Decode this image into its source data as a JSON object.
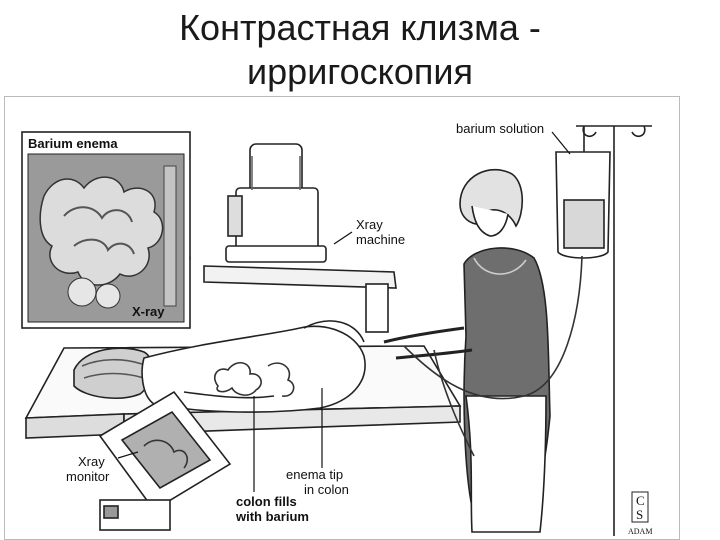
{
  "slide": {
    "title_line1": "Контрастная клизма -",
    "title_line2": "ирригоскопия"
  },
  "illustration": {
    "inset_title": "Barium enema",
    "inset_xray_tag": "X-ray",
    "labels": {
      "barium_solution": "barium solution",
      "xray_machine_line1": "Xray",
      "xray_machine_line2": "machine",
      "xray_monitor_line1": "Xray",
      "xray_monitor_line2": "monitor",
      "enema_tip_line1": "enema tip",
      "enema_tip_line2": "in colon",
      "colon_fills_line1": "colon fills",
      "colon_fills_line2": "with barium"
    },
    "corner_mark_line1": "C",
    "corner_mark_line2": "S",
    "corner_mark_line3": "ADAM"
  }
}
